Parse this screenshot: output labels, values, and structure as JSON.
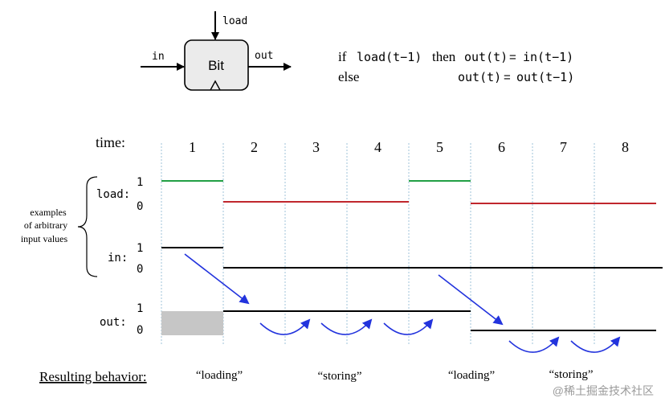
{
  "chip": {
    "name": "Bit",
    "input_label": "in",
    "output_label": "out",
    "load_label": "load"
  },
  "formula": {
    "if_word": "if",
    "line1_cond": "load(t−1)",
    "then_word": "then",
    "line1_lhs": "out(t)",
    "eq": "=",
    "line1_rhs": "in(t−1)",
    "else_word": "else",
    "line2_lhs": "out(t)",
    "line2_rhs": "out(t−1)"
  },
  "timing": {
    "time_label": "time:",
    "time_steps": [
      "1",
      "2",
      "3",
      "4",
      "5",
      "6",
      "7",
      "8"
    ],
    "signals": [
      {
        "name": "load:",
        "high_label": "1",
        "low_label": "0",
        "values": [
          1,
          0,
          0,
          0,
          1,
          0,
          0,
          0
        ]
      },
      {
        "name": "in:",
        "high_label": "1",
        "low_label": "0",
        "values": [
          1,
          0,
          0,
          0,
          0,
          0,
          0,
          0
        ]
      },
      {
        "name": "out:",
        "high_label": "1",
        "low_label": "0",
        "values": [
          null,
          1,
          1,
          1,
          1,
          0,
          0,
          0
        ]
      }
    ],
    "brace_note": [
      "examples",
      "of arbitrary",
      "input values"
    ],
    "colors": {
      "load_high": "#22a045",
      "load_low": "#c0272d",
      "signal": "#000000",
      "arrow": "#2233dd",
      "unknown": "#c6c6c6",
      "gridline": "#9fc3d9"
    }
  },
  "behavior": {
    "heading": "Resulting behavior:",
    "labels": [
      "“loading”",
      "“storing”",
      "“loading”",
      "“storing”"
    ]
  },
  "watermark": "@稀土掘金技术社区"
}
